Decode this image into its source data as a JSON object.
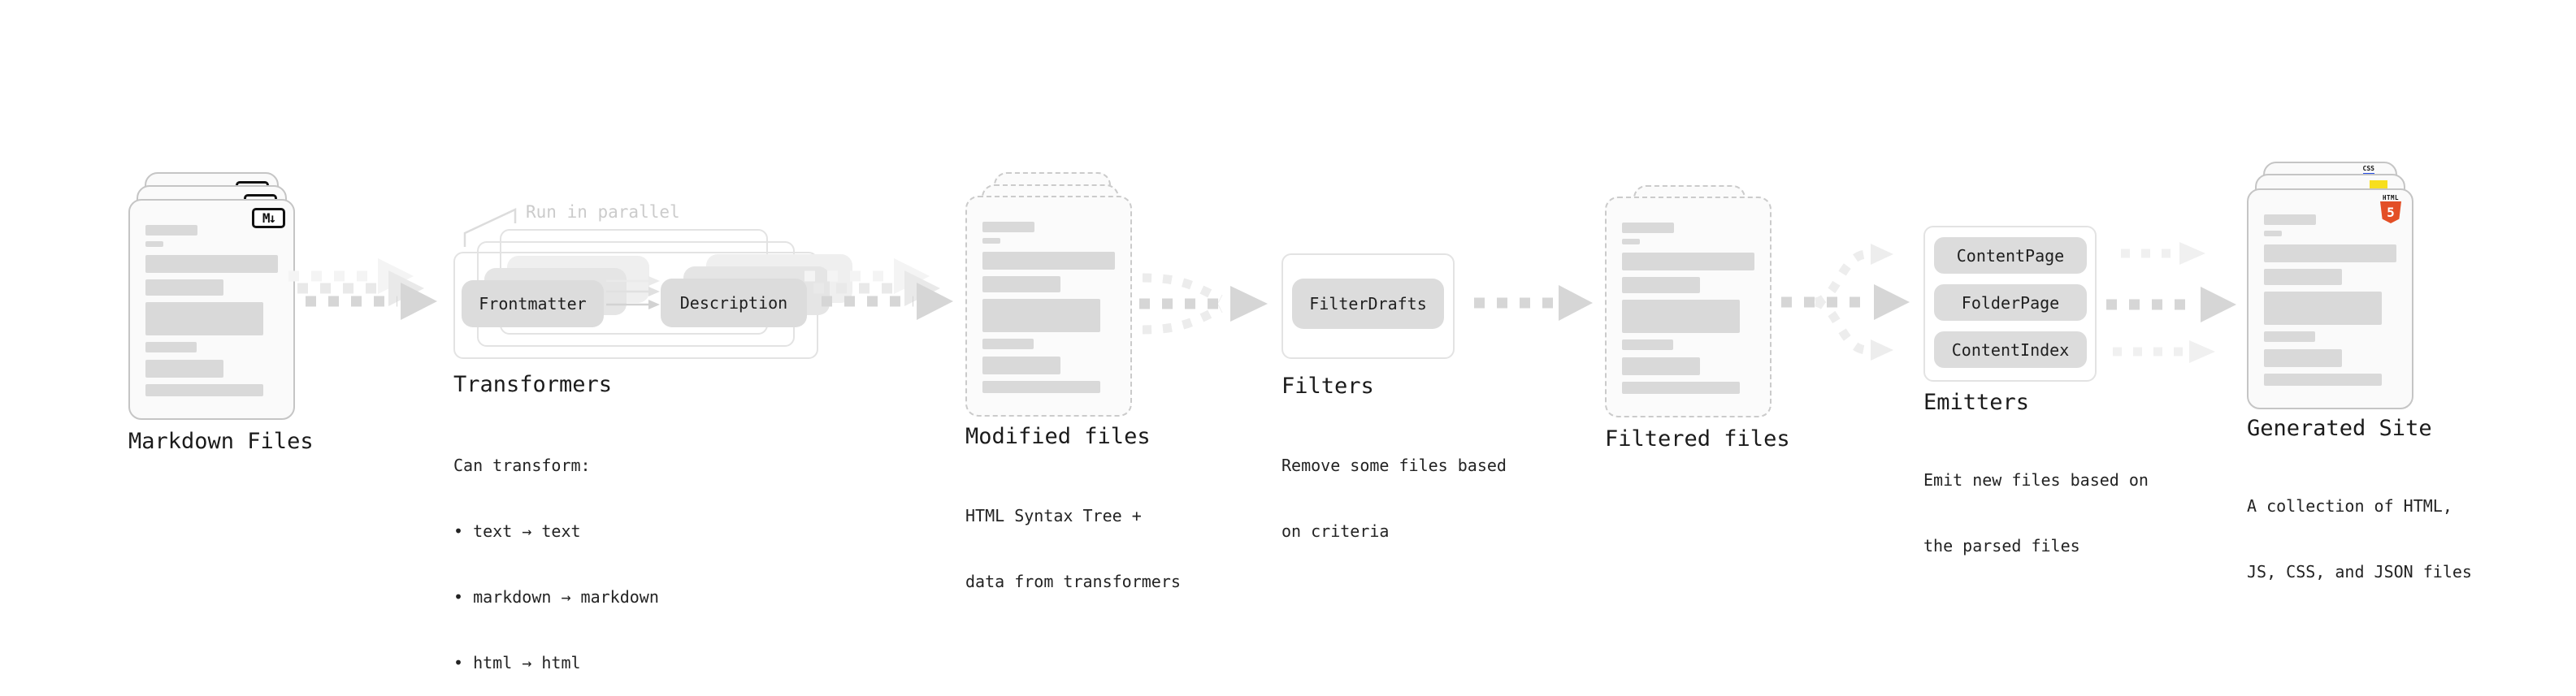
{
  "stages": {
    "markdown": {
      "label": "Markdown Files",
      "badge": "M↓"
    },
    "transformers": {
      "label": "Transformers",
      "annotation": "Run in parallel",
      "buttons": [
        "Frontmatter",
        "Description"
      ],
      "desc": [
        "Can transform:",
        "• text → text",
        "• markdown → markdown",
        "• html → html"
      ]
    },
    "modified": {
      "label": "Modified files",
      "desc": [
        "HTML Syntax Tree +",
        "data from transformers"
      ]
    },
    "filters": {
      "label": "Filters",
      "buttons": [
        "FilterDrafts"
      ],
      "desc": [
        "Remove some files based",
        "on criteria"
      ]
    },
    "filtered": {
      "label": "Filtered files"
    },
    "emitters": {
      "label": "Emitters",
      "buttons": [
        "ContentPage",
        "FolderPage",
        "ContentIndex"
      ],
      "desc": [
        "Emit new files based on",
        "the parsed files"
      ]
    },
    "site": {
      "label": "Generated Site",
      "badges": {
        "css": "CSS",
        "html_word": "HTML",
        "html_number": "5"
      },
      "desc": [
        "A collection of HTML,",
        "JS, CSS, and JSON files"
      ]
    }
  },
  "colors": {
    "label_text": "#1b1b1b",
    "body_text": "#232323",
    "muted_annotation": "#cbcbcb",
    "doc_fill": "#fafafa",
    "doc_border": "#c5c5c5",
    "bar_fill": "#d9d9d9",
    "button_fill": "#dcdcdc",
    "container_border": "#e3e3e3",
    "arrow": "#d6d6d6",
    "arrow_light": "#ececec",
    "html5_orange": "#e34f26",
    "js_yellow": "#f7df1e",
    "css_blue": "#264de4"
  }
}
